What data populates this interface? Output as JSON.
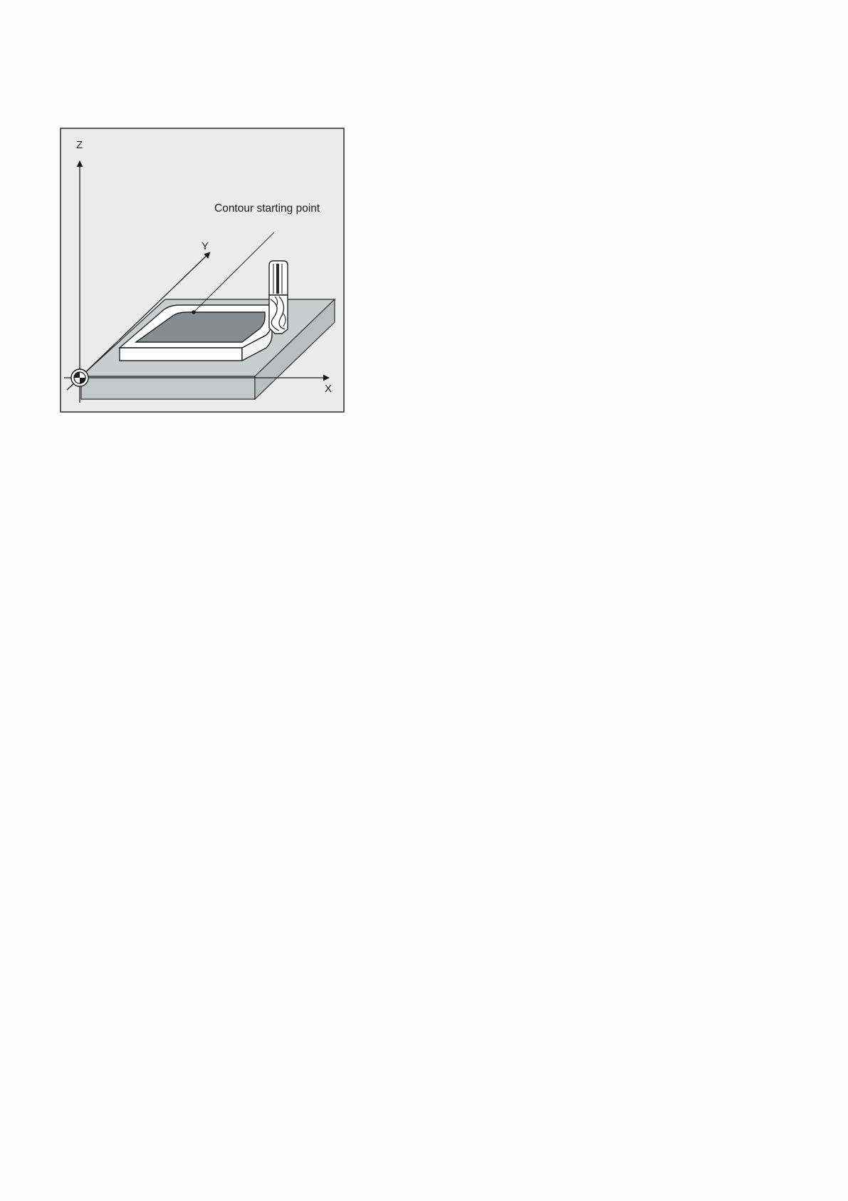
{
  "figure": {
    "axes": {
      "z_label": "Z",
      "y_label": "Y",
      "x_label": "X"
    },
    "annotation": {
      "contour_start_label": "Contour starting point"
    },
    "colors": {
      "frame_background": "#ebebeb",
      "block_top": "#c9cdcd",
      "block_side": "#b9bebe",
      "pocket_floor": "#878d8f",
      "wall_white": "#ffffff",
      "outline": "#222222"
    }
  }
}
